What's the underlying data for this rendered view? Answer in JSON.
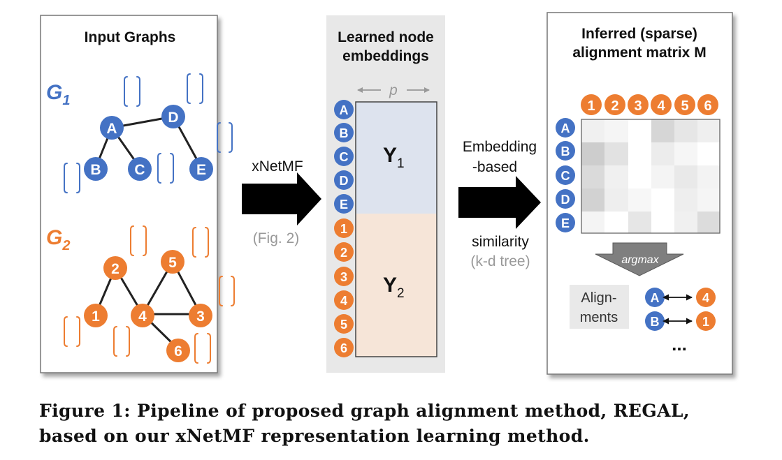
{
  "input_panel": {
    "title": "Input Graphs",
    "g1_letter": "G",
    "g1_sub": "1",
    "g2_letter": "G",
    "g2_sub": "2",
    "g1_nodes": [
      "A",
      "B",
      "C",
      "D",
      "E"
    ],
    "g2_nodes": [
      "1",
      "2",
      "3",
      "4",
      "5",
      "6"
    ]
  },
  "arrow1": {
    "label": "xNetMF",
    "sublabel": "(Fig. 2)"
  },
  "embed_panel": {
    "title_line1": "Learned node",
    "title_line2": "embeddings",
    "dim_label": "p",
    "y1_letter": "Y",
    "y1_sub": "1",
    "y2_letter": "Y",
    "y2_sub": "2",
    "row_labels": [
      "A",
      "B",
      "C",
      "D",
      "E",
      "1",
      "2",
      "3",
      "4",
      "5",
      "6"
    ]
  },
  "arrow2": {
    "line1": "Embedding",
    "line2": "-based",
    "line3": "similarity",
    "line4": "(k-d tree)"
  },
  "matrix_panel": {
    "title_line1": "Inferred (sparse)",
    "title_line2": "alignment matrix M",
    "col_labels": [
      "1",
      "2",
      "3",
      "4",
      "5",
      "6"
    ],
    "row_labels": [
      "A",
      "B",
      "C",
      "D",
      "E"
    ],
    "argmax_label": "argmax",
    "alignments_line1": "Align-",
    "alignments_line2": "ments",
    "pairs": [
      {
        "from": "A",
        "to": "4"
      },
      {
        "from": "B",
        "to": "1"
      }
    ],
    "ellipsis": "..."
  },
  "colors": {
    "blue": "#4472c4",
    "orange": "#ed7d31",
    "embed_bg": "#e8e8e8",
    "y1_fill": "#dde3ee",
    "y2_fill": "#f6e5d8"
  },
  "caption": "Figure 1: Pipeline of proposed graph alignment method, REGAL, based on our xNetMF representation learning method."
}
